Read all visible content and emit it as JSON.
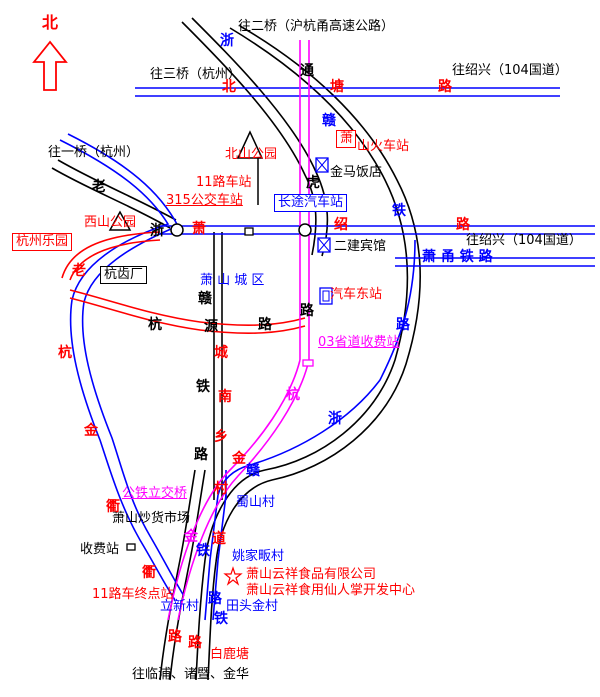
{
  "north": "北",
  "colors": {
    "red": "#ff0000",
    "blue": "#0000ff",
    "magenta": "#ff00ff",
    "black": "#000000"
  },
  "labels": {
    "to_erqiao": "往二桥（沪杭甬高速公路）",
    "to_sanqiao": "往三桥（杭州）",
    "to_shaoxing_top": "往绍兴（104国道）",
    "to_yiqiao": "往一桥（杭州）",
    "to_shaoxing_mid": "往绍兴（104国道）",
    "beishan_park": "北山公园",
    "xiaoshan_station_a": "萧",
    "xiaoshan_station_b": "山火车站",
    "bus11_stop": "11路车站",
    "jinma_hotel": "金马饭店",
    "bus315_stop": "315公交车站",
    "long_distance_station": "长途汽车站",
    "xishan_park": "西山公园",
    "hangzhou_paradise": "杭州乐园",
    "erjian_hotel": "二建宾馆",
    "hangchi_factory": "杭齿厂",
    "city_area": "萧 山 城 区",
    "east_bus_station": "汽车东站",
    "toll_03": "03省道收费站",
    "gongtie_bridge": "公铁立交桥",
    "shu_shan_village": "蜀山村",
    "fried_goods_market": "萧山炒货市场",
    "toll_station": "收费站",
    "yaojiadai_village": "姚家畈村",
    "company_1": "萧山云祥食品有限公司",
    "company_2": "萧山云祥食用仙人掌开发中心",
    "bus11_terminal": "11路车终点站",
    "lidian_village": "立新村",
    "tiantoujin_village": "田头金村",
    "bailutang": "白鹿塘",
    "to_linpu": "往临浦、诸暨、金华"
  },
  "road_chars": {
    "zhe_top": "浙",
    "tong": "通",
    "tang": "塘",
    "bei": "北",
    "lu_top": "路",
    "gan": "赣",
    "lao": "老",
    "zhe_mid": "浙",
    "xiao": "萧",
    "shao": "绍",
    "tie": "铁",
    "lu_mid": "路",
    "hu": "虎",
    "xiaoyong_railway": "萧 甬 铁 路",
    "lao2": "老",
    "hang1": "杭",
    "jin1": "金",
    "qu1": "衢",
    "hangzhu": "杭",
    "yuan": "源",
    "lu_hangzhu": "路",
    "lu_xiao_y": "路",
    "gan_y": "赣",
    "tie_y": "铁",
    "lu_y": "路",
    "cheng": "城",
    "nan": "南",
    "xiang": "乡",
    "jin2": "金",
    "cun": "村",
    "tie2": "铁",
    "dao": "道",
    "hang2": "杭",
    "lu_r": "路",
    "zhe_r": "浙",
    "gan_r": "赣",
    "tie_r": "铁",
    "jin_low": "金",
    "qu_low": "衢",
    "lu_low": "路",
    "lu_low2": "路",
    "lu_low3": "路"
  }
}
